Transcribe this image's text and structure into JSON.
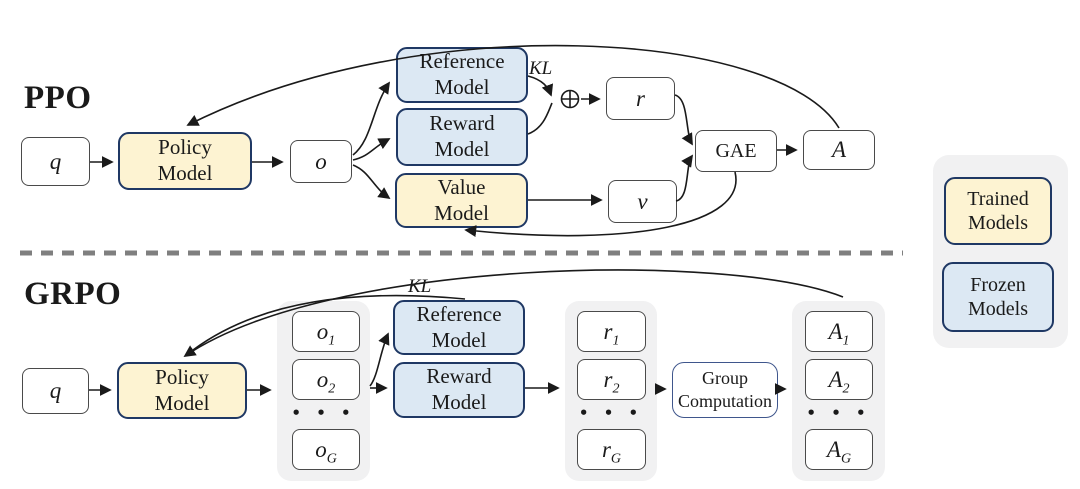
{
  "diagram": {
    "ppo": {
      "title": "PPO",
      "q": "q",
      "policy_model": "Policy\nModel",
      "o": "o",
      "reference_model": "Reference\nModel",
      "reward_model": "Reward\nModel",
      "value_model": "Value\nModel",
      "kl_label": "KL",
      "r": "r",
      "v": "v",
      "gae": "GAE",
      "a": "A"
    },
    "grpo": {
      "title": "GRPO",
      "q": "q",
      "policy_model": "Policy\nModel",
      "kl_label": "KL",
      "reference_model": "Reference\nModel",
      "reward_model": "Reward\nModel",
      "group_computation": "Group\nComputation",
      "outputs": [
        {
          "base": "o",
          "sub": "1"
        },
        {
          "base": "o",
          "sub": "2"
        },
        {
          "base": "o",
          "sub": "G"
        }
      ],
      "rewards": [
        {
          "base": "r",
          "sub": "1"
        },
        {
          "base": "r",
          "sub": "2"
        },
        {
          "base": "r",
          "sub": "G"
        }
      ],
      "advantages": [
        {
          "base": "A",
          "sub": "1"
        },
        {
          "base": "A",
          "sub": "2"
        },
        {
          "base": "A",
          "sub": "G"
        }
      ],
      "ellipsis": "• • •"
    },
    "legend": {
      "trained": "Trained\nModels",
      "frozen": "Frozen\nModels"
    },
    "icons": {
      "oplus": "circled-plus"
    },
    "colors": {
      "trained_fill": "#fdf3d2",
      "frozen_fill": "#dce8f3",
      "model_border": "#1f3864",
      "small_box_border": "#4a4a4a",
      "group_computation_border": "#3f568c",
      "panel_fill": "#f1f1f2",
      "divider": "#7f7f7f",
      "arrow": "#1a1a1a"
    }
  }
}
